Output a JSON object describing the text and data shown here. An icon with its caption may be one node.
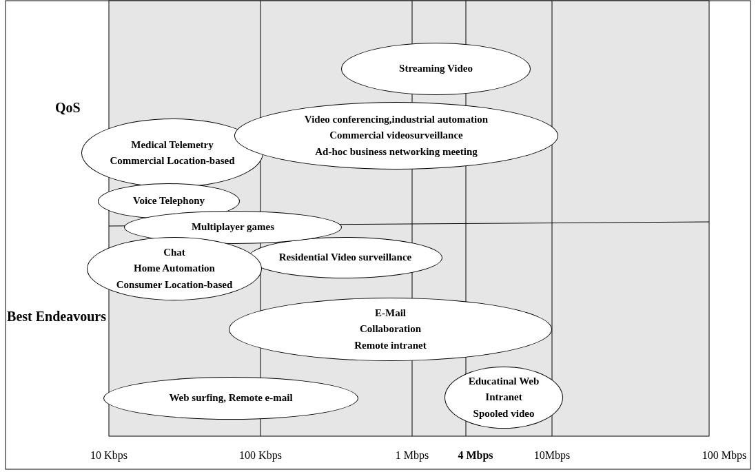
{
  "diagram": {
    "nodes": [
      {
        "text": [
          "Streaming Video"
        ]
      },
      {
        "text": [
          "Video conferencing,industrial automation",
          "Commercial videosurveillance",
          "Ad-hoc business networking meeting"
        ]
      },
      {
        "text": [
          "Medical Telemetry",
          "Commercial Location-based"
        ]
      },
      {
        "text": [
          "Voice Telephony"
        ]
      },
      {
        "text": [
          "Multiplayer games"
        ]
      },
      {
        "text": [
          "Chat",
          "Home Automation",
          "Consumer Location-based"
        ]
      },
      {
        "text": [
          "Residential Video surveillance"
        ]
      },
      {
        "text": [
          "E-Mail",
          "Collaboration",
          "Remote intranet"
        ]
      },
      {
        "text": [
          "Web surfing, Remote e-mail"
        ]
      },
      {
        "text": [
          "Educatinal Web",
          "Intranet",
          "Spooled video"
        ]
      }
    ],
    "labels": [
      "QoS",
      "Best Endeavours",
      "10 Kbps",
      "100 Kbps",
      "1 Mbps",
      "4 Mbps",
      "10Mbps",
      "100 Mbps"
    ]
  }
}
